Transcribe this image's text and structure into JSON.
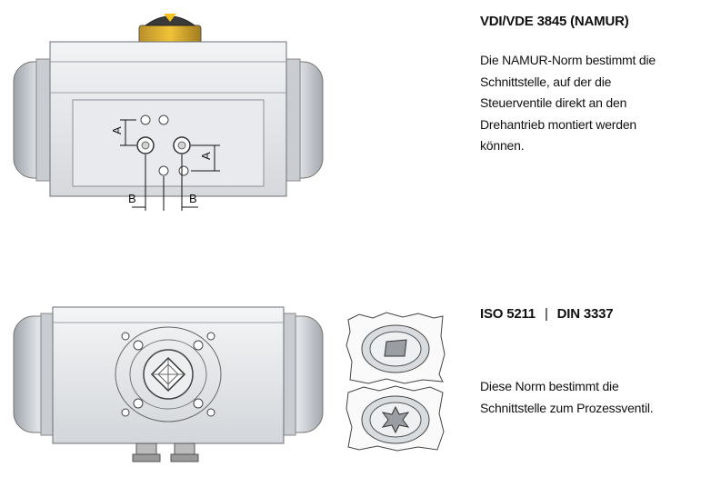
{
  "section_namur": {
    "title": "VDI/VDE 3845 (NAMUR)",
    "lines": [
      "Die NAMUR-Norm bestimmt die",
      "Schnittstelle, auf der die",
      "Steuerventile direkt an den",
      "Drehantrieb montiert werden",
      "können."
    ],
    "dim_labels": {
      "a": "A",
      "b": "B"
    }
  },
  "section_iso": {
    "title_part1": "ISO 5211",
    "separator": "|",
    "title_part2": "DIN 3337",
    "lines": [
      "Diese Norm bestimmt die",
      "Schnittstelle zum Prozessventil."
    ]
  }
}
